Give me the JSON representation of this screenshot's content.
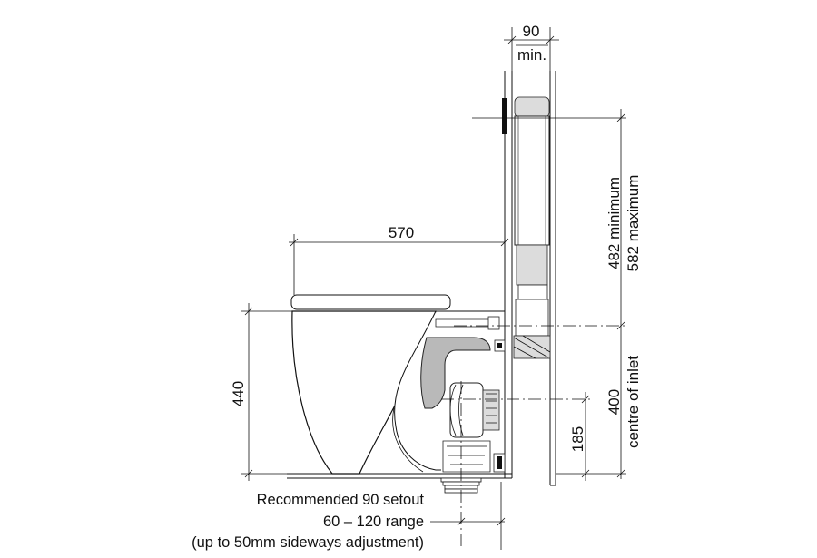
{
  "dimensions": {
    "wall_gap_value": "90",
    "wall_gap_note": "min.",
    "depth": "570",
    "height": "440",
    "cistern_min": "482 minimum",
    "cistern_max": "582 maximum",
    "inlet_height": "400",
    "inlet_label": "centre of inlet",
    "outlet_height": "185"
  },
  "notes": {
    "line1": "Recommended 90 setout",
    "line2": "60 – 120 range",
    "line3": "(up to 50mm sideways adjustment)"
  }
}
